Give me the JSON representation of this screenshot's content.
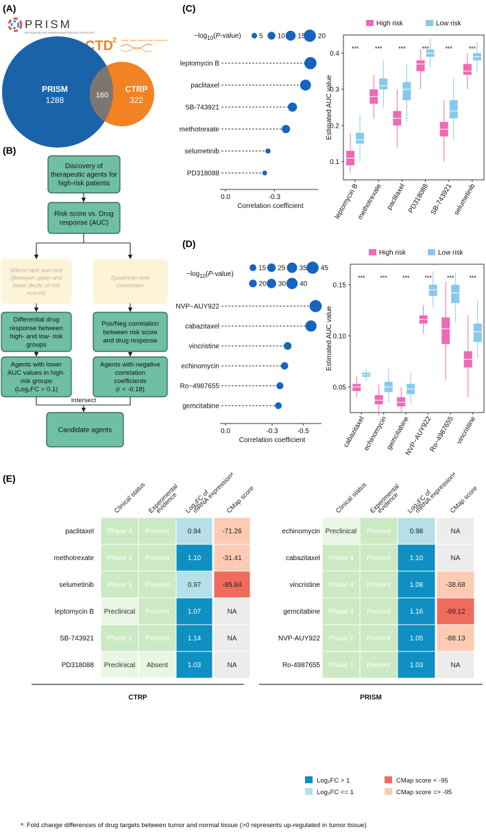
{
  "colors": {
    "prism": "#1a63a8",
    "ctrp": "#f28222",
    "overlap": "#7d7670",
    "flow_box": "#6fbfa2",
    "flow_box_border": "#2b5b4b",
    "flow_pale": "#fdf4d8",
    "high_risk": "#ef69b4",
    "low_risk": "#87c9ec",
    "lollipop": "#1565c0",
    "phase_bg": "#cbe9c3",
    "phase_pale_bg": "#eaf6e4",
    "fc_high": "#0f8fc2",
    "fc_low": "#b6dfe8",
    "cmap_low": "#ef6b5c",
    "cmap_high": "#fdcbb4",
    "na_bg": "#ececec"
  },
  "panels": {
    "a": {
      "label": "(A)",
      "prism_logo": "PRISM",
      "prism_tagline": "PROFILING RELATIVE INHIBITION SIMULTANEOUSLY IN MIXTURES",
      "ctd_logo": "CTD",
      "ctd_sup": "2",
      "ctd_tagline": "Cancer Target Discovery and Development",
      "prism_name": "PRISM",
      "prism_count": "1288",
      "overlap_count": "160",
      "ctrp_name": "CTRP",
      "ctrp_count": "322"
    },
    "b": {
      "label": "(B)"
    },
    "c": {
      "label": "(C)"
    },
    "d": {
      "label": "(D)"
    },
    "e": {
      "label": "(E)"
    }
  },
  "flowchart": {
    "start": [
      "Discovery of",
      "therapeutic agents for",
      "high-risk patients"
    ],
    "risk": [
      "Risk score vs. Drug",
      "response (AUC)"
    ],
    "wilcox": [
      "Wilcox rank sum test",
      "(Between upper and",
      "lower decile of risk",
      "scores)"
    ],
    "spearman": [
      "Spearman rank",
      "correlation"
    ],
    "diff": [
      "Differential drug",
      "response between",
      "high- and low- risk",
      "groups"
    ],
    "posneg": [
      "Pos/Neg correlation",
      "between risk score",
      "and drug response"
    ],
    "lower_auc": [
      "Agents with lower",
      "AUC values in high-",
      "risk groups"
    ],
    "lower_auc_formula": "(Log₂FC > 0.1)",
    "negcorr": [
      "Agents with negative",
      "correlation",
      "coefficients"
    ],
    "negcorr_formula": "(r < -0.18)",
    "intersect": "Intersect",
    "candidate": "Candidate agents"
  },
  "chart_data": [
    {
      "id": "C-lollipop",
      "type": "scatter",
      "legend_title": "−log₁₀(P‐value)",
      "legend_title_parts": [
        "−log",
        "10",
        "(",
        "P",
        "‐value)"
      ],
      "size_legend": [
        5,
        10,
        15,
        20
      ],
      "categories": [
        "leptomycin B",
        "paclitaxel",
        "SB-743921",
        "methotrexate",
        "selumetinib",
        "PD318088"
      ],
      "values": [
        -0.52,
        -0.49,
        -0.41,
        -0.37,
        -0.26,
        -0.24
      ],
      "neglog10p": [
        20,
        17,
        13,
        11,
        4,
        3
      ],
      "xlabel": "Correlation coefficient",
      "xticks": [
        "0.0",
        "-0.3"
      ],
      "xtick_values": [
        0,
        -0.3
      ],
      "xlim": [
        0,
        -0.55
      ]
    },
    {
      "id": "C-box",
      "type": "box",
      "legend": [
        "High risk",
        "Low risk"
      ],
      "categories": [
        "leptomycin B",
        "methotrexate",
        "paclitaxel",
        "PD318088",
        "SB-743921",
        "selumetinib"
      ],
      "significance": [
        "***",
        "***",
        "***",
        "***",
        "***",
        "***"
      ],
      "ylabel": "Estimated AUC value",
      "ylim": [
        0.05,
        0.45
      ],
      "yticks": [
        "0.1",
        "0.2",
        "0.3",
        "0.4"
      ],
      "ytick_values": [
        0.1,
        0.2,
        0.3,
        0.4
      ],
      "series": [
        {
          "name": "High risk",
          "boxes": [
            [
              0.07,
              0.09,
              0.11,
              0.13,
              0.18
            ],
            [
              0.22,
              0.26,
              0.28,
              0.3,
              0.34
            ],
            [
              0.14,
              0.2,
              0.22,
              0.24,
              0.3
            ],
            [
              0.3,
              0.35,
              0.37,
              0.38,
              0.41
            ],
            [
              0.1,
              0.17,
              0.19,
              0.21,
              0.27
            ],
            [
              0.3,
              0.34,
              0.35,
              0.37,
              0.4
            ]
          ]
        },
        {
          "name": "Low risk",
          "boxes": [
            [
              0.1,
              0.15,
              0.16,
              0.18,
              0.23
            ],
            [
              0.25,
              0.3,
              0.31,
              0.33,
              0.38
            ],
            [
              0.21,
              0.27,
              0.3,
              0.32,
              0.37
            ],
            [
              0.36,
              0.39,
              0.4,
              0.41,
              0.44
            ],
            [
              0.16,
              0.22,
              0.24,
              0.27,
              0.33
            ],
            [
              0.35,
              0.38,
              0.39,
              0.4,
              0.43
            ]
          ]
        }
      ]
    },
    {
      "id": "D-lollipop",
      "type": "scatter",
      "legend_title": "−log₁₀(P‐value)",
      "legend_title_parts": [
        "−log",
        "10",
        "(",
        "P",
        "‐value)"
      ],
      "size_legend": [
        15,
        25,
        35,
        45,
        20,
        30,
        40
      ],
      "categories": [
        "NVP−AUY922",
        "cabazitaxel",
        "vincristine",
        "echinomycin",
        "Ro−4987655",
        "gemcitabine"
      ],
      "values": [
        -0.58,
        -0.55,
        -0.4,
        -0.38,
        -0.35,
        -0.34
      ],
      "neglog10p": [
        45,
        40,
        20,
        18,
        16,
        15
      ],
      "xlabel": "Correlation coefficient",
      "xticks": [
        "0.0",
        "-0.3",
        "-0.5"
      ],
      "xtick_values": [
        0,
        -0.3,
        -0.5
      ],
      "xlim": [
        0,
        -0.6
      ]
    },
    {
      "id": "D-box",
      "type": "box",
      "legend": [
        "High risk",
        "Low risk"
      ],
      "categories": [
        "cabazitaxel",
        "echinomycin",
        "gemcitabine",
        "NVP−AUY922",
        "Ro−4987655",
        "vincristine"
      ],
      "significance": [
        "***",
        "***",
        "***",
        "***",
        "***",
        "***"
      ],
      "ylabel": "Estimated AUC value",
      "ylim": [
        0.025,
        0.17
      ],
      "yticks": [
        "0.05",
        "0.10",
        "0.15"
      ],
      "ytick_values": [
        0.05,
        0.1,
        0.15
      ],
      "series": [
        {
          "name": "High risk",
          "boxes": [
            [
              0.04,
              0.046,
              0.05,
              0.053,
              0.06
            ],
            [
              0.022,
              0.033,
              0.037,
              0.042,
              0.052
            ],
            [
              0.025,
              0.031,
              0.035,
              0.04,
              0.05
            ],
            [
              0.102,
              0.112,
              0.116,
              0.12,
              0.13
            ],
            [
              0.057,
              0.092,
              0.107,
              0.118,
              0.153
            ],
            [
              0.04,
              0.069,
              0.077,
              0.085,
              0.12
            ]
          ]
        },
        {
          "name": "Low risk",
          "boxes": [
            [
              0.056,
              0.06,
              0.062,
              0.064,
              0.068
            ],
            [
              0.035,
              0.045,
              0.05,
              0.055,
              0.068
            ],
            [
              0.033,
              0.043,
              0.048,
              0.053,
              0.064
            ],
            [
              0.128,
              0.139,
              0.145,
              0.15,
              0.163
            ],
            [
              0.113,
              0.132,
              0.142,
              0.15,
              0.162
            ],
            [
              0.078,
              0.094,
              0.104,
              0.112,
              0.135
            ]
          ]
        }
      ]
    },
    {
      "id": "E-ctrp",
      "type": "table",
      "group": "CTRP",
      "columns": [
        "Clinical status",
        "Experimental\nevidence",
        "Log₂FC of\nmRNA expressionᵃ",
        "CMap score"
      ],
      "rows": [
        {
          "drug": "paclitaxel",
          "status": "Phase 4",
          "evidence": "Present",
          "fc": "0.94",
          "cmap": "-71.26"
        },
        {
          "drug": "methotrexate",
          "status": "Phase 4",
          "evidence": "Present",
          "fc": "1.10",
          "cmap": "-31.41"
        },
        {
          "drug": "selumetinib",
          "status": "Phase 3",
          "evidence": "Present",
          "fc": "0.97",
          "cmap": "-95.84"
        },
        {
          "drug": "leptomycin B",
          "status": "Preclinical",
          "evidence": "Present",
          "fc": "1.07",
          "cmap": "NA"
        },
        {
          "drug": "SB-743921",
          "status": "Phase 2",
          "evidence": "Present",
          "fc": "1.14",
          "cmap": "NA"
        },
        {
          "drug": "PD318088",
          "status": "Preclinical",
          "evidence": "Absent",
          "fc": "1.03",
          "cmap": "NA"
        }
      ]
    },
    {
      "id": "E-prism",
      "type": "table",
      "group": "PRISM",
      "columns": [
        "Clinical status",
        "Experimental\nevidence",
        "Log₂FC of\nmRNA expressionᵃ",
        "CMap score"
      ],
      "rows": [
        {
          "drug": "echinomycin",
          "status": "Preclinical",
          "evidence": "Present",
          "fc": "0.98",
          "cmap": "NA"
        },
        {
          "drug": "cabazitaxel",
          "status": "Phase 4",
          "evidence": "Present",
          "fc": "1.10",
          "cmap": "NA"
        },
        {
          "drug": "vincristine",
          "status": "Phase 4",
          "evidence": "Present",
          "fc": "1.08",
          "cmap": "-38.68"
        },
        {
          "drug": "gemcitabine",
          "status": "Phase 4",
          "evidence": "Present",
          "fc": "1.16",
          "cmap": "-99.12"
        },
        {
          "drug": "NVP-AUY922",
          "status": "Phase 2",
          "evidence": "Present",
          "fc": "1.05",
          "cmap": "-88.13"
        },
        {
          "drug": "Ro-4987655",
          "status": "Phase 1",
          "evidence": "Present",
          "fc": "1.03",
          "cmap": "NA"
        }
      ]
    }
  ],
  "table_legend": {
    "fc_high": "Log₂FC > 1",
    "fc_low": "Log₂FC <= 1",
    "cmap_low": "CMap score < -95",
    "cmap_high": "CMap score => -95"
  },
  "footnote": "ᵃ: Fold change differences of drug targets between tumor and normal tissue (>0 represents up-regulated in tumor tissue)"
}
